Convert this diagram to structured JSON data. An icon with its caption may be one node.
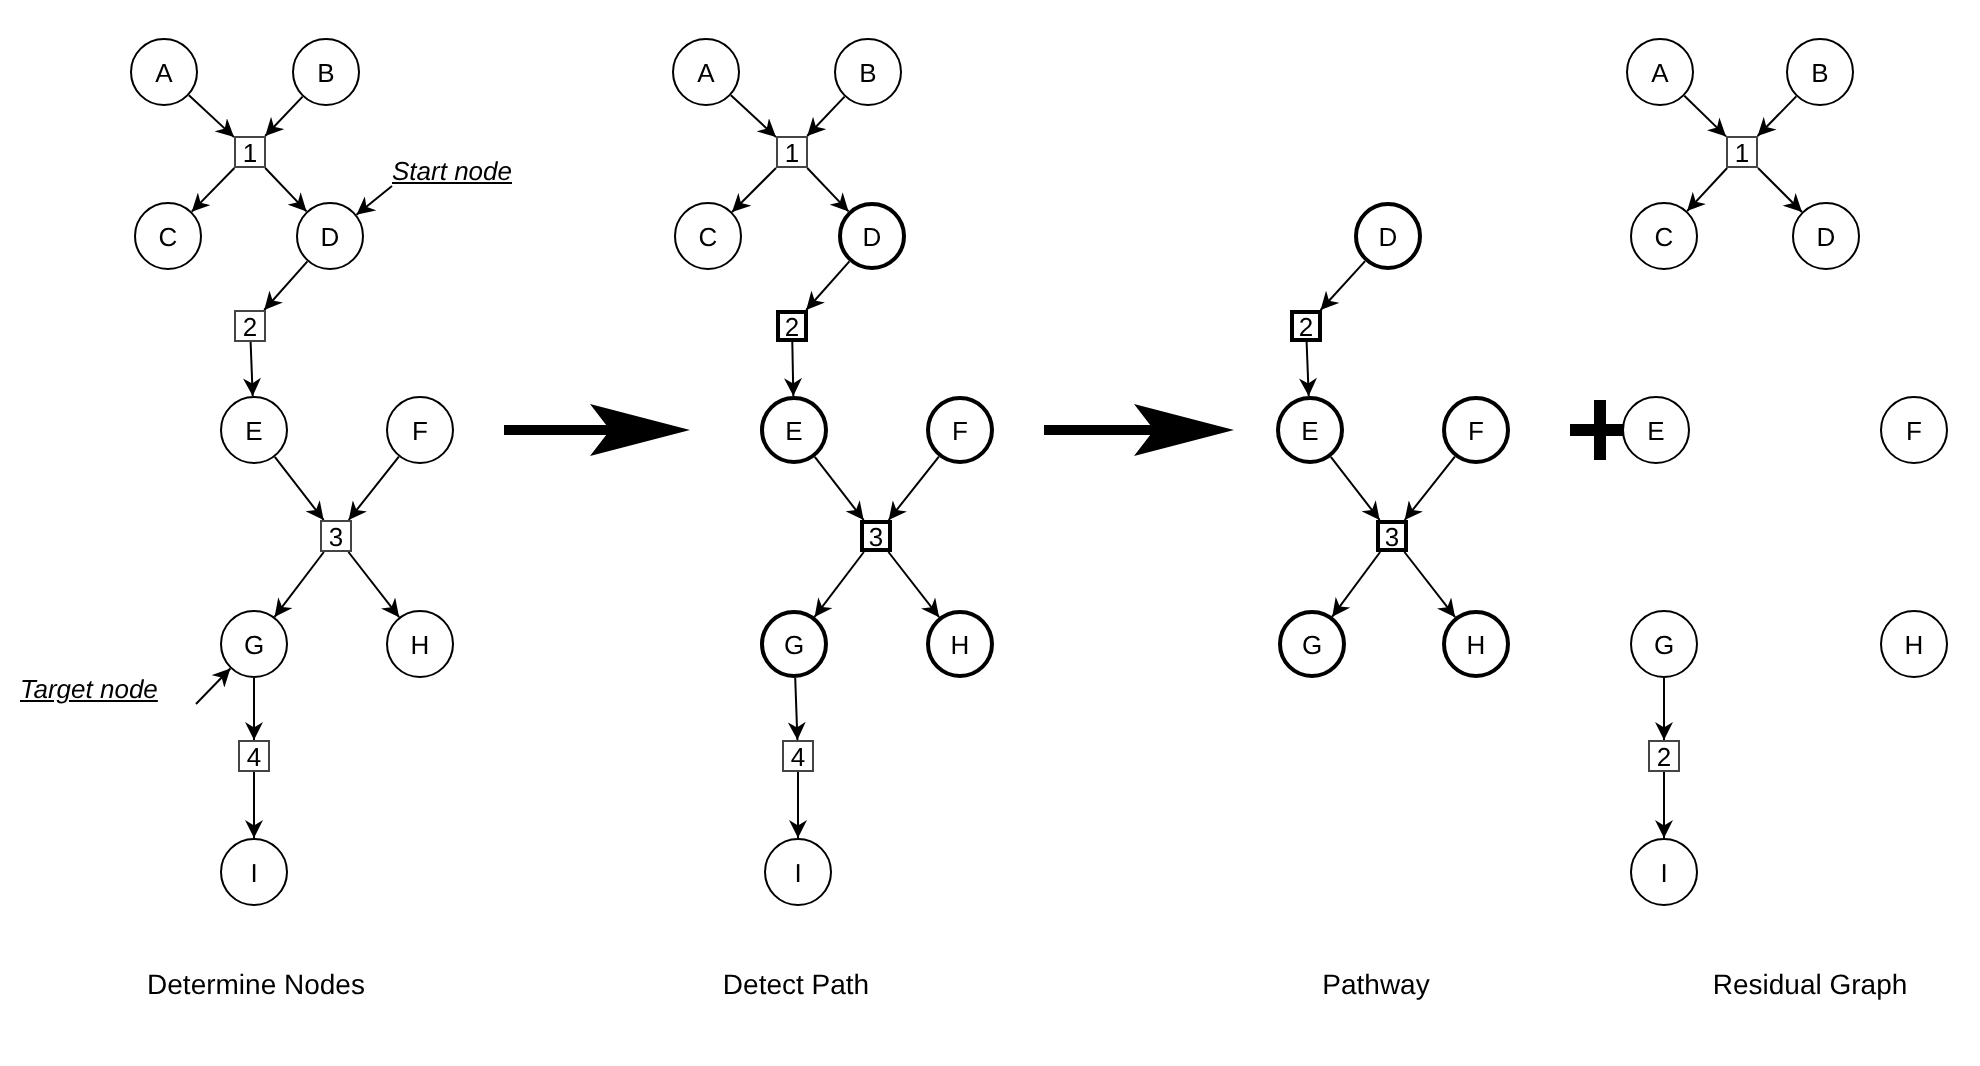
{
  "diagram": {
    "nodes": [
      {
        "text": [
          "A"
        ]
      },
      {
        "text": [
          "B"
        ]
      },
      {
        "text": [
          "1"
        ]
      },
      {
        "text": [
          "Start node"
        ]
      },
      {
        "text": [
          "C"
        ]
      },
      {
        "text": [
          "D"
        ]
      },
      {
        "text": [
          "2"
        ]
      },
      {
        "text": [
          "E"
        ]
      },
      {
        "text": [
          "F"
        ]
      },
      {
        "text": [
          "3"
        ]
      },
      {
        "text": [
          "Target node"
        ]
      },
      {
        "text": [
          "G"
        ]
      },
      {
        "text": [
          "H"
        ]
      },
      {
        "text": [
          "4"
        ]
      },
      {
        "text": [
          "I"
        ]
      },
      {
        "text": [
          "A"
        ]
      },
      {
        "text": [
          "B"
        ]
      },
      {
        "text": [
          "1"
        ]
      },
      {
        "text": [
          "C"
        ]
      },
      {
        "text": [
          "D"
        ]
      },
      {
        "text": [
          "2"
        ]
      },
      {
        "text": [
          "E"
        ]
      },
      {
        "text": [
          "F"
        ]
      },
      {
        "text": [
          "3"
        ]
      },
      {
        "text": [
          "G"
        ]
      },
      {
        "text": [
          "H"
        ]
      },
      {
        "text": [
          "4"
        ]
      },
      {
        "text": [
          "I"
        ]
      },
      {
        "text": [
          "D"
        ]
      },
      {
        "text": [
          "2"
        ]
      },
      {
        "text": [
          "E"
        ]
      },
      {
        "text": [
          "F"
        ]
      },
      {
        "text": [
          "3"
        ]
      },
      {
        "text": [
          "G"
        ]
      },
      {
        "text": [
          "H"
        ]
      },
      {
        "text": [
          "A"
        ]
      },
      {
        "text": [
          "B"
        ]
      },
      {
        "text": [
          "1"
        ]
      },
      {
        "text": [
          "C"
        ]
      },
      {
        "text": [
          "D"
        ]
      },
      {
        "text": [
          "E"
        ]
      },
      {
        "text": [
          "F"
        ]
      },
      {
        "text": [
          "G"
        ]
      },
      {
        "text": [
          "H"
        ]
      },
      {
        "text": [
          "2"
        ]
      },
      {
        "text": [
          "I"
        ]
      }
    ],
    "edges": [
      {
        "from": 0,
        "to": 2,
        "arrow": "to"
      },
      {
        "from": 1,
        "to": 2,
        "arrow": "to"
      },
      {
        "from": 2,
        "to": 4,
        "arrow": "to"
      },
      {
        "from": 2,
        "to": 5,
        "arrow": "to"
      },
      {
        "from": 3,
        "to": 5,
        "arrow": "to"
      },
      {
        "from": 5,
        "to": 6,
        "arrow": "to"
      },
      {
        "from": 6,
        "to": 7,
        "arrow": "to"
      },
      {
        "from": 7,
        "to": 9,
        "arrow": "to"
      },
      {
        "from": 8,
        "to": 9,
        "arrow": "to"
      },
      {
        "from": 9,
        "to": 11,
        "arrow": "to"
      },
      {
        "from": 9,
        "to": 12,
        "arrow": "to"
      },
      {
        "from": 10,
        "to": 11,
        "arrow": "to"
      },
      {
        "from": 11,
        "to": 13,
        "arrow": "to"
      },
      {
        "from": 13,
        "to": 14,
        "arrow": "to"
      },
      {
        "from": 15,
        "to": 17,
        "arrow": "to"
      },
      {
        "from": 16,
        "to": 17,
        "arrow": "to"
      },
      {
        "from": 17,
        "to": 18,
        "arrow": "to"
      },
      {
        "from": 17,
        "to": 19,
        "arrow": "to"
      },
      {
        "from": 19,
        "to": 20,
        "arrow": "to"
      },
      {
        "from": 20,
        "to": 21,
        "arrow": "to"
      },
      {
        "from": 21,
        "to": 23,
        "arrow": "to"
      },
      {
        "from": 22,
        "to": 23,
        "arrow": "to"
      },
      {
        "from": 23,
        "to": 24,
        "arrow": "to"
      },
      {
        "from": 23,
        "to": 25,
        "arrow": "to"
      },
      {
        "from": 24,
        "to": 26,
        "arrow": "to"
      },
      {
        "from": 26,
        "to": 27,
        "arrow": "to"
      },
      {
        "from": 28,
        "to": 29,
        "arrow": "to"
      },
      {
        "from": 29,
        "to": 30,
        "arrow": "to"
      },
      {
        "from": 30,
        "to": 32,
        "arrow": "to"
      },
      {
        "from": 31,
        "to": 32,
        "arrow": "to"
      },
      {
        "from": 32,
        "to": 33,
        "arrow": "to"
      },
      {
        "from": 32,
        "to": 34,
        "arrow": "to"
      },
      {
        "from": 35,
        "to": 37,
        "arrow": "to"
      },
      {
        "from": 36,
        "to": 37,
        "arrow": "to"
      },
      {
        "from": 37,
        "to": 38,
        "arrow": "to"
      },
      {
        "from": 37,
        "to": 39,
        "arrow": "to"
      },
      {
        "from": 42,
        "to": 44,
        "arrow": "to"
      },
      {
        "from": 44,
        "to": 45,
        "arrow": "to"
      }
    ],
    "labels": [
      "Determine Nodes",
      "Detect Path",
      "Pathway",
      "Residual Graph"
    ]
  }
}
